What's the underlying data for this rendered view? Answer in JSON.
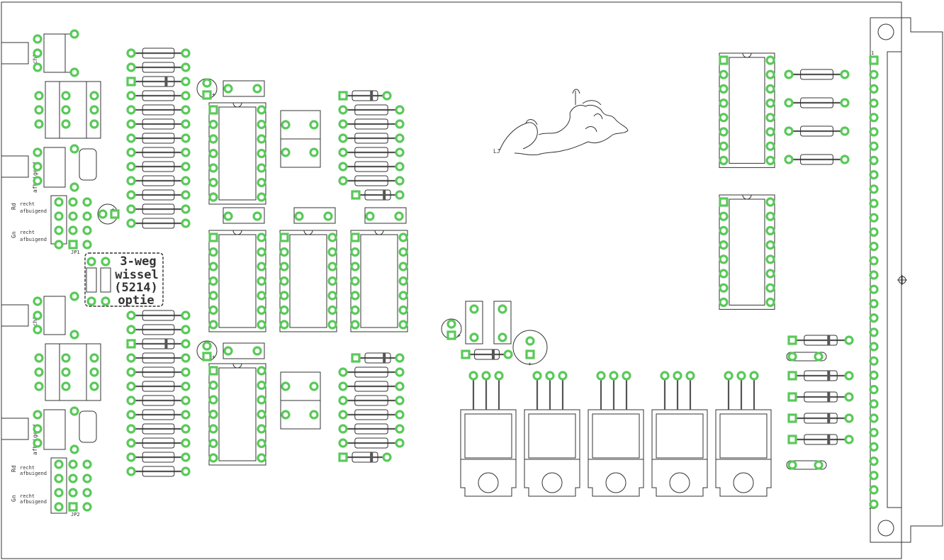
{
  "labels": {
    "recht": "recht",
    "afbuigend": "afbuigend",
    "rd": "Rd",
    "gn": "Gn",
    "jp1": "JP1",
    "jp2": "JP2",
    "pin_first": "1",
    "pin_last": "32",
    "plus": "+",
    "logo_text": "LJ"
  },
  "option_box": {
    "line1": "3-weg",
    "line2": "wissel",
    "line3": "(5214)",
    "line4": "optie"
  },
  "colors": {
    "pad": "#59c959",
    "silkscreen": "#333333",
    "background": "#ffffff"
  }
}
